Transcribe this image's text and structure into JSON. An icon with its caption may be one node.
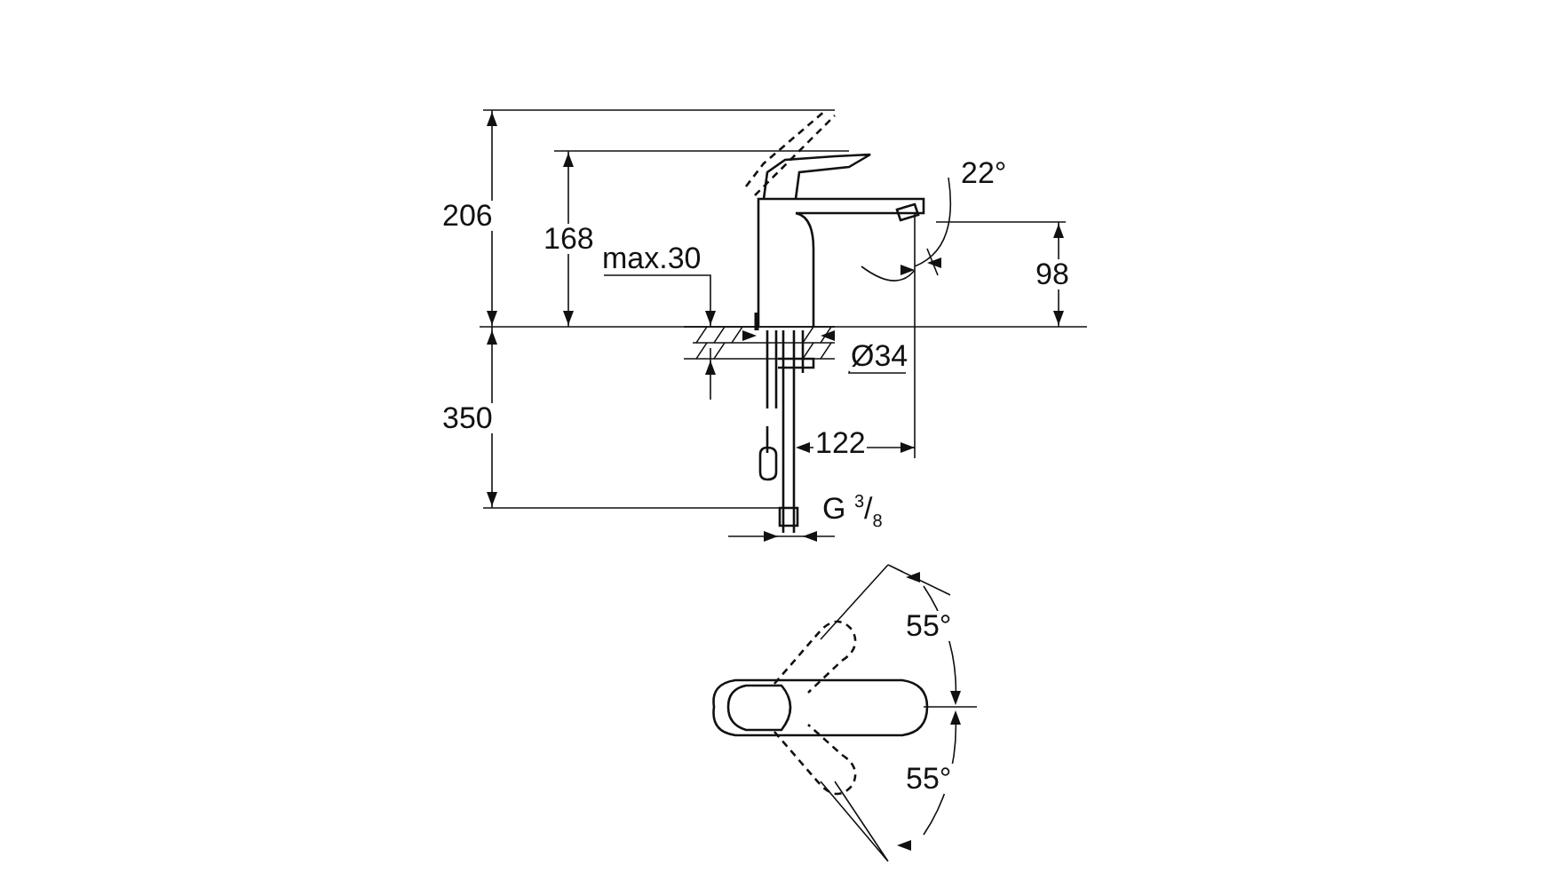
{
  "diagram": {
    "labels": [
      "206",
      "168",
      "max.30",
      "22°",
      "98",
      "Ø34",
      "350",
      "122",
      "G $^{3}$/$_{8}$",
      "55°",
      "55°"
    ]
  }
}
